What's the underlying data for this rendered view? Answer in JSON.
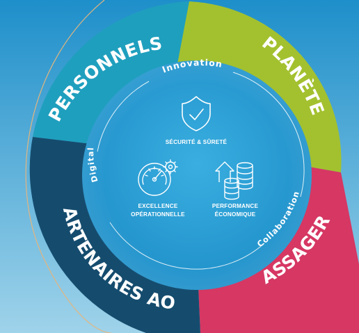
{
  "segments": {
    "personnels": {
      "label": "PERSONNELS",
      "color": "#1f9fbe"
    },
    "planete": {
      "label": "PLANÈTE",
      "color": "#a3c12f"
    },
    "passagers": {
      "label": "PASSAGERS",
      "color": "#d63763"
    },
    "partenaires": {
      "label": "PARTENAIRES AOM",
      "color": "#154c6e"
    }
  },
  "ring_words": {
    "innovation": "Innovation",
    "digital": "Digital",
    "collaboration": "Collaboration"
  },
  "pillars": {
    "securite": {
      "label": "SÉCURITÉ & SÛRETÉ",
      "icon": "shield-check-icon"
    },
    "excellence": {
      "line1": "EXCELLENCE",
      "line2": "OPÉRATIONNELLE",
      "icon": "gauge-gear-icon"
    },
    "performance": {
      "line1": "PERFORMANCE",
      "line2": "ÉCONOMIQUE",
      "icon": "coins-arrow-icon"
    }
  },
  "colors": {
    "background_top": "#1e8fca",
    "background_bottom": "#9fd3ea",
    "center_top": "#1d8ec8",
    "center_bottom": "#3aaee0",
    "accent_line": "#e3b57f"
  }
}
